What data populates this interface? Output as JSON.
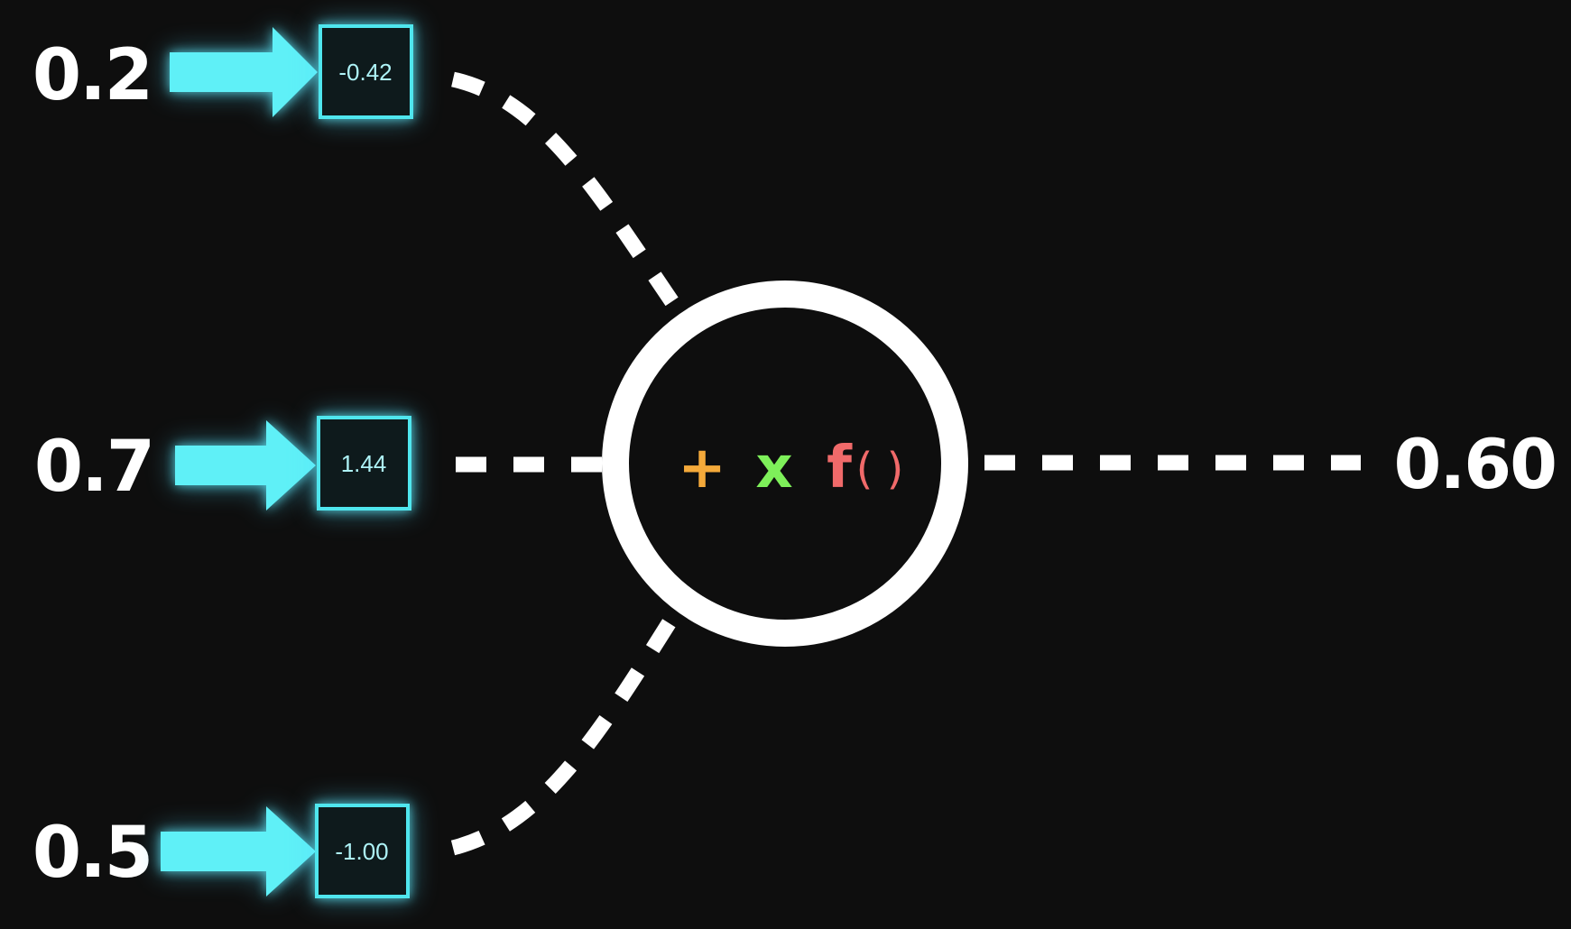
{
  "inputs": [
    {
      "value": "0.2",
      "weight": "-0.42"
    },
    {
      "value": "0.7",
      "weight": "1.44"
    },
    {
      "value": "0.5",
      "weight": "-1.00"
    }
  ],
  "neuron": {
    "sum_symbol": "+",
    "multiply_symbol": "x",
    "function_symbol": "f",
    "function_parens": "( )"
  },
  "output": {
    "value": "0.60"
  },
  "colors": {
    "background": "#0e0e0e",
    "arrow": "#5ff0f7",
    "weight_box_border": "#4fe6ee",
    "connection": "#ffffff",
    "sum_symbol": "#f4a93a",
    "multiply_symbol": "#7ef05a",
    "function_symbol": "#f06a6a"
  }
}
